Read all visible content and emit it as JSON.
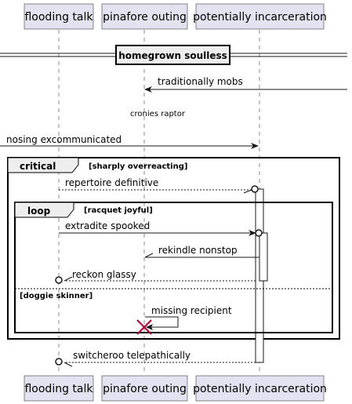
{
  "participants": [
    {
      "id": "flooding",
      "name": "flooding talk"
    },
    {
      "id": "pinafore",
      "name": "pinafore outing"
    },
    {
      "id": "incarceration",
      "name": "potentially incarceration"
    }
  ],
  "divider": {
    "title": "homegrown soulless"
  },
  "messages": {
    "m1": "traditionally mobs",
    "m2": "cronies raptor",
    "m3": "nosing excommunicated",
    "m4": "repertoire definitive",
    "m5": "extradite spooked",
    "m6": "rekindle nonstop",
    "m7": "reckon glassy",
    "m8": "missing recipient",
    "m9": "switcheroo telepathically"
  },
  "fragments": {
    "critical": {
      "label": "critical",
      "guard": "[sharply overreacting]"
    },
    "loop": {
      "label": "loop",
      "guard": "[racquet joyful]",
      "else_guard": "[doggie skinner]"
    }
  },
  "colors": {
    "participant_fill": "#E2E2F0",
    "line": "#181818",
    "destroy": "#A80036"
  }
}
